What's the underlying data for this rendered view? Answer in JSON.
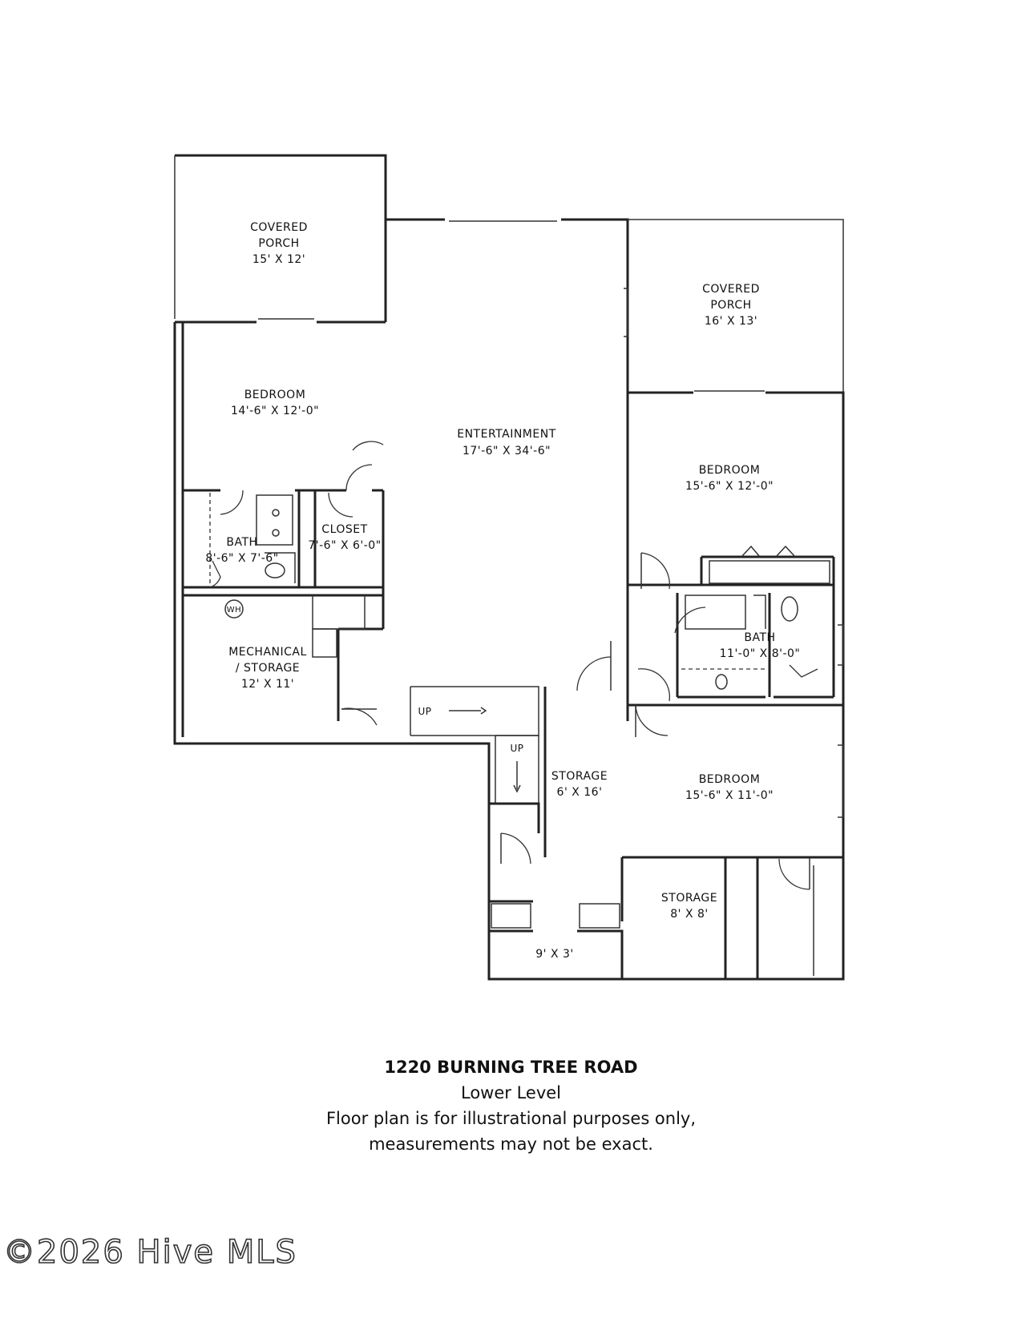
{
  "rooms": {
    "porch_left": {
      "name_l1": "COVERED",
      "name_l2": "PORCH",
      "dims": "15' X 12'"
    },
    "bedroom_1": {
      "name": "BEDROOM",
      "dims": "14'-6\" X 12'-0\""
    },
    "entertainment": {
      "name": "ENTERTAINMENT",
      "dims": "17'-6\" X 34'-6\""
    },
    "porch_right": {
      "name_l1": "COVERED",
      "name_l2": "PORCH",
      "dims": "16' X 13'"
    },
    "bedroom_2": {
      "name": "BEDROOM",
      "dims": "15'-6\" X 12'-0\""
    },
    "bath_1": {
      "name": "BATH",
      "dims": "8'-6\" X 7'-6\""
    },
    "closet": {
      "name": "CLOSET",
      "dims": "7'-6\" X 6'-0\""
    },
    "mechanical": {
      "name_l1": "MECHANICAL",
      "name_l2": "/ STORAGE",
      "dims": "12' X 11'"
    },
    "bath_2": {
      "name": "BATH",
      "dims": "11'-0\" X 8'-0\""
    },
    "storage_1": {
      "name": "STORAGE",
      "dims": "6' X 16'"
    },
    "bedroom_3": {
      "name": "BEDROOM",
      "dims": "15'-6\" X 11'-0\""
    },
    "storage_2": {
      "name": "STORAGE",
      "dims": "8' X 8'"
    },
    "small_storage": {
      "dims": "9' X 3'"
    }
  },
  "fixtures": {
    "water_heater": "WH",
    "stair_up_1": "UP",
    "stair_up_2": "UP"
  },
  "caption": {
    "title": "1220 BURNING TREE ROAD",
    "level": "Lower Level",
    "note_line1": "Floor plan is for illustrational purposes only,",
    "note_line2": "measurements may not be exact."
  },
  "watermark": "©2026 Hive MLS"
}
